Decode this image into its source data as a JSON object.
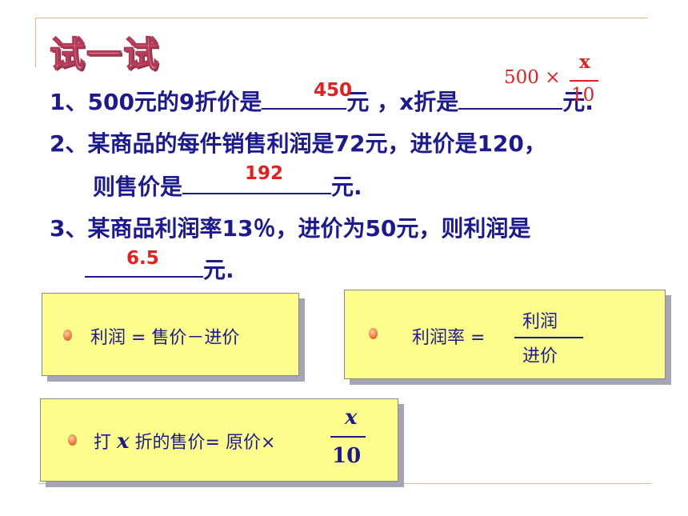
{
  "title": "试一试",
  "q1": {
    "prefix": "1、500元的9折价是",
    "answer1": "450",
    "mid": "元 ，x折是",
    "answer2_left": "500 ×",
    "answer2_num": "x",
    "answer2_den": "10",
    "suffix": "元."
  },
  "q2": {
    "line1": "2、某商品的每件销售利润是72元，进价是120，",
    "line2_prefix": "则售价是",
    "answer": "192",
    "line2_suffix": "元."
  },
  "q3": {
    "line1": "3、某商品利润率13％，进价为50元，则利润是",
    "answer": "6.5",
    "line2_suffix": "元."
  },
  "formulas": {
    "profit": "利润 = 售价－进价",
    "rate_label": "利润率 =",
    "rate_num": "利润",
    "rate_den": "进价",
    "discount_a": "打",
    "discount_x": "x",
    "discount_b": "折的售价=",
    "discount_c": "原价×",
    "discount_num": "x",
    "discount_den": "10"
  }
}
